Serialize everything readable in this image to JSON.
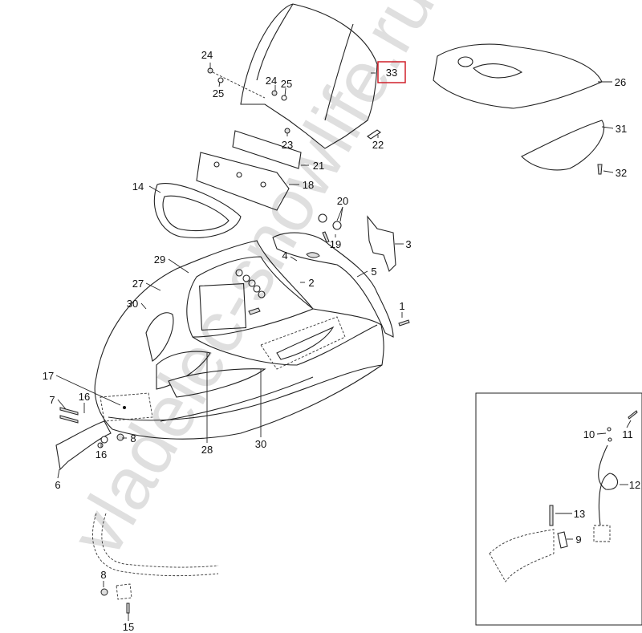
{
  "diagram": {
    "title": "Hood / windshield parts diagram",
    "highlight_color": "#d0202a",
    "highlighted_part": "33",
    "watermark": "vladelec-snowlife.ru",
    "callouts": {
      "c24a": "24",
      "c25a": "25",
      "c24b": "24",
      "c25b": "25",
      "c33": "33",
      "c23": "23",
      "c22": "22",
      "c21": "21",
      "c18": "18",
      "c14": "14",
      "c20": "20",
      "c19": "19",
      "c3": "3",
      "c4": "4",
      "c2": "2",
      "c5": "5",
      "c1": "1",
      "c29": "29",
      "c27": "27",
      "c30a": "30",
      "c17": "17",
      "c7": "7",
      "c16a": "16",
      "c8a": "8",
      "c16b": "16",
      "c6": "6",
      "c28": "28",
      "c30b": "30",
      "c26": "26",
      "c31": "31",
      "c32": "32",
      "c10": "10",
      "c11": "11",
      "c12": "12",
      "c13": "13",
      "c9": "9",
      "c8b": "8",
      "c15": "15"
    }
  }
}
